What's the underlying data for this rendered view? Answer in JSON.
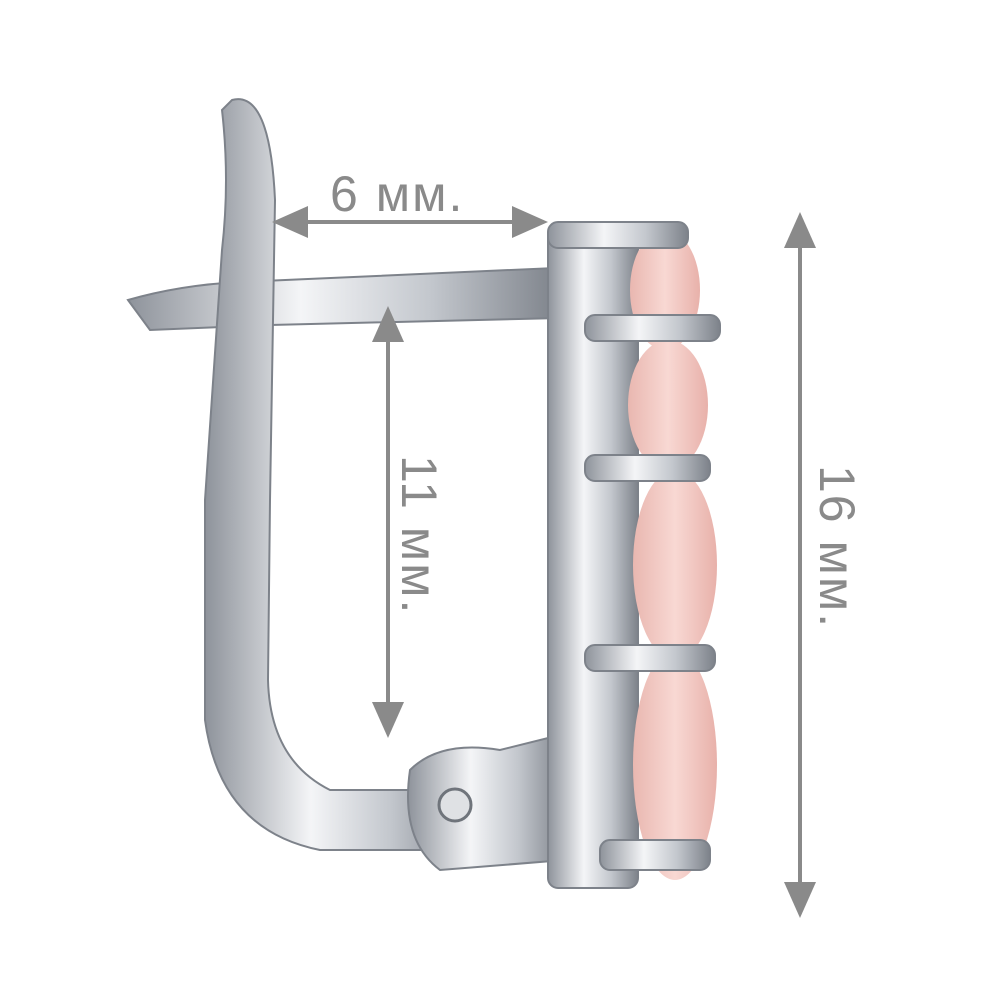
{
  "dimensions": {
    "width_label": "6 мм.",
    "inner_height_label": "11 мм.",
    "total_height_label": "16 мм."
  },
  "colors": {
    "metal": "#c9ccd2",
    "stone": "#f2c9c3",
    "annotation": "#8a8a8a"
  }
}
